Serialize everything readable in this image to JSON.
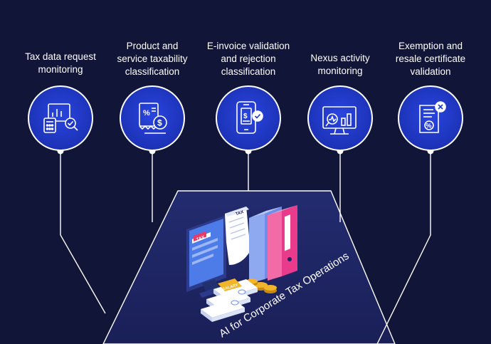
{
  "center_title": "AI for Corporate Tax Operations",
  "nodes": [
    {
      "label": "Tax data request\nmonitoring",
      "icon": "calculator-chart-icon"
    },
    {
      "label": "Product and\nservice taxability\nclassification",
      "icon": "percent-dollar-receipt-icon"
    },
    {
      "label": "E-invoice validation\nand rejection\nclassification",
      "icon": "phone-invoice-check-icon"
    },
    {
      "label": "Nexus activity\nmonitoring",
      "icon": "monitor-chart-icon"
    },
    {
      "label": "Exemption and\nresale certificate\nvalidation",
      "icon": "certificate-percent-icon"
    }
  ],
  "illustration": {
    "monitor_tag": "TAX",
    "receipt_tag": "TAX",
    "money_band": "SALARY"
  },
  "colors": {
    "background": "#111537",
    "circle_fill": "#1f37c8",
    "platform_fill": "#1e2560",
    "line": "#ffffff"
  }
}
